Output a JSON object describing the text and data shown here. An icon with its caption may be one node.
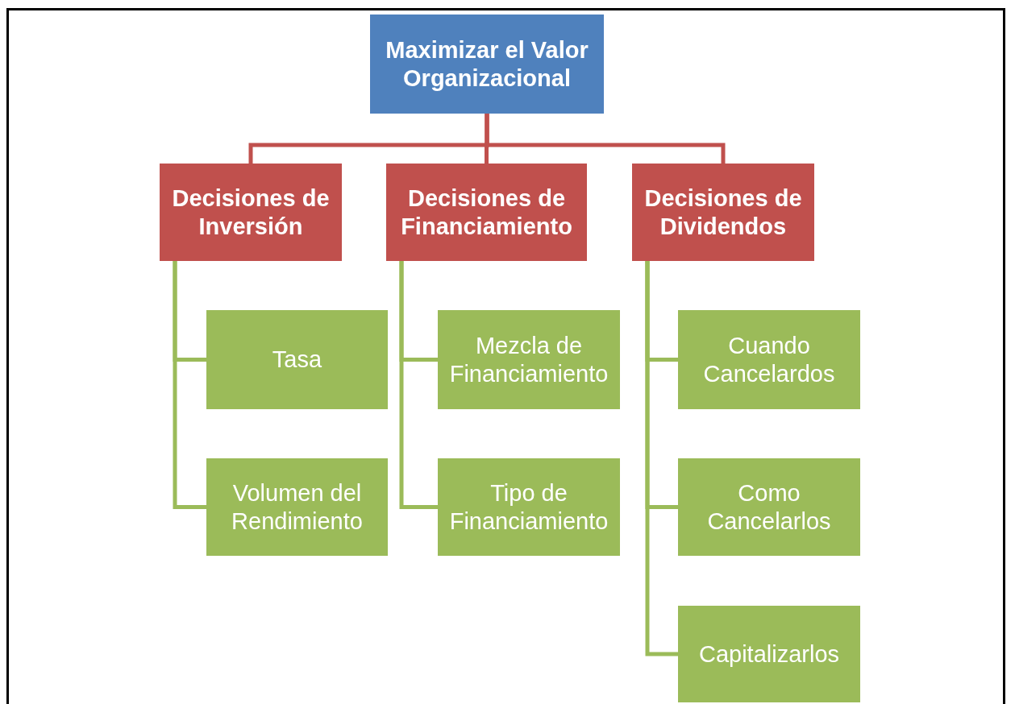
{
  "diagram": {
    "nodes": [
      {
        "text": [
          "Maximizar el Valor Organizacional"
        ]
      },
      {
        "text": [
          "Decisiones de Inversión"
        ]
      },
      {
        "text": [
          "Decisiones de Financiamiento"
        ]
      },
      {
        "text": [
          "Decisiones de Dividendos"
        ]
      },
      {
        "text": [
          "Tasa"
        ]
      },
      {
        "text": [
          "Volumen del Rendimiento"
        ]
      },
      {
        "text": [
          "Mezcla de Financiamiento"
        ]
      },
      {
        "text": [
          "Tipo de Financiamiento"
        ]
      },
      {
        "text": [
          "Cuando Cancelardos"
        ]
      },
      {
        "text": [
          "Como Cancelarlos"
        ]
      },
      {
        "text": [
          "Capitalizarlos"
        ]
      }
    ],
    "edges": [
      {
        "from": 0,
        "to": 1,
        "arrow": "none",
        "color": "#c0504d"
      },
      {
        "from": 0,
        "to": 2,
        "arrow": "none",
        "color": "#c0504d"
      },
      {
        "from": 0,
        "to": 3,
        "arrow": "none",
        "color": "#c0504d"
      },
      {
        "from": 1,
        "to": 4,
        "arrow": "none"
      },
      {
        "from": 1,
        "to": 5,
        "arrow": "none"
      },
      {
        "from": 2,
        "to": 6,
        "arrow": "none"
      },
      {
        "from": 2,
        "to": 7,
        "arrow": "none"
      },
      {
        "from": 3,
        "to": 8,
        "arrow": "none"
      },
      {
        "from": 3,
        "to": 9,
        "arrow": "none"
      },
      {
        "from": 3,
        "to": 10,
        "arrow": "none"
      }
    ]
  }
}
